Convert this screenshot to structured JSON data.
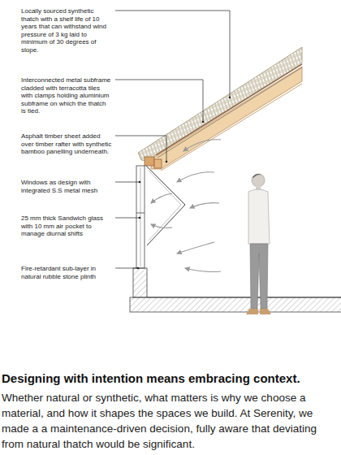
{
  "diagram": {
    "title": "Designing with intention means embracing context.",
    "caption": "Whether natural or synthetic, what matters is why we choose a material, and how it shapes the spaces we build. At Serenity, we made a a maintenance-driven decision, fully aware that deviating from natural thatch would be significant.",
    "labels": [
      "Locally sourced synthetic thatch with a shelf life of 10 years that can withstand wind pressure of 3 kg laid to minimum of 30 degrees of slope.",
      "Interconnected metal subframe cladded with terracotta tiles with clamps holding aluminium subframe on which the thatch is tied.",
      "Asphalt timber sheet added over timber rafter with synthetic bamboo panelling underneath.",
      "Windows as design with integrated S.S metal mesh",
      "25 mm thick Sandwich glass with 10 mm air pocket to manage diurnal shifts",
      "Fire-retardant sub-layer in natural rubble stone plinth"
    ]
  }
}
